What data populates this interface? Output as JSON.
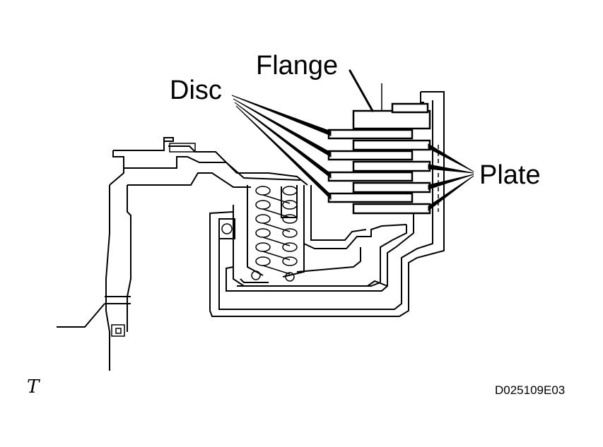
{
  "labels": {
    "flange": "Flange",
    "disc": "Disc",
    "plate": "Plate"
  },
  "figure_code": "D025109E03",
  "corner_mark": "T"
}
